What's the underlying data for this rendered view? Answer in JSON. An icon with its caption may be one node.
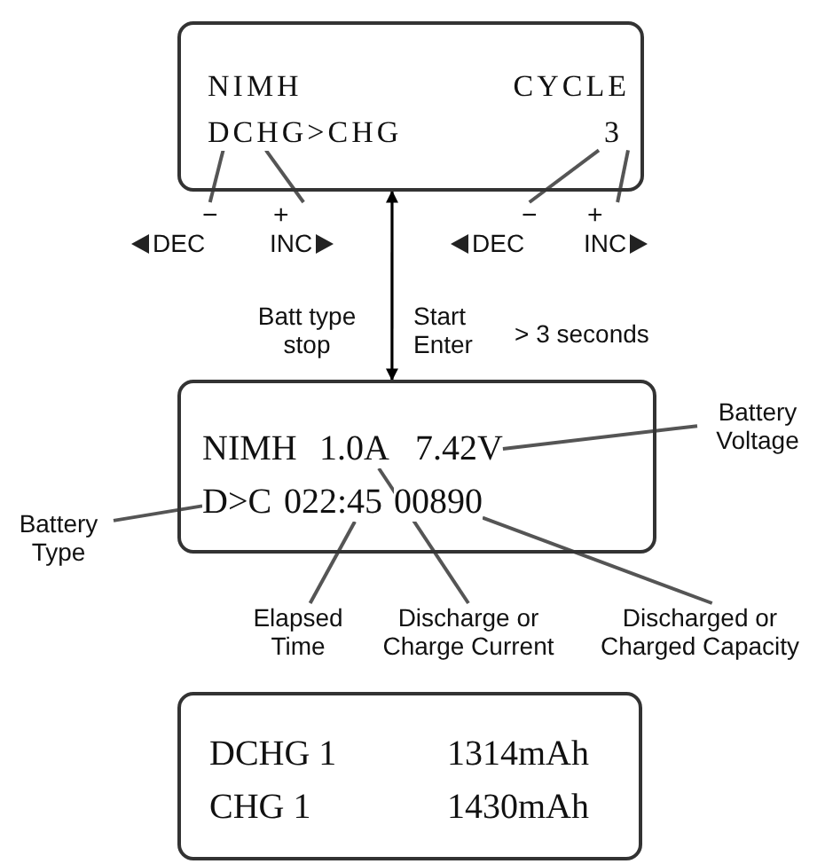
{
  "diagram": {
    "nodes": [
      {
        "text": [],
        "shape": "box"
      },
      {
        "text": [
          "NIMH"
        ],
        "in": 0
      },
      {
        "text": [
          "CYCLE"
        ],
        "in": 0
      },
      {
        "text": [
          "DCHG>CHG"
        ],
        "in": 0
      },
      {
        "text": [
          "3"
        ],
        "in": 0
      },
      {
        "text": [
          "−",
          "DEC"
        ]
      },
      {
        "text": [
          "+",
          "INC"
        ]
      },
      {
        "text": [
          "−",
          "DEC"
        ]
      },
      {
        "text": [
          "+",
          "INC"
        ]
      },
      {
        "text": [],
        "shape": "box"
      },
      {
        "text": [
          "NIMH"
        ],
        "in": 9
      },
      {
        "text": [
          "1.0A"
        ],
        "in": 9
      },
      {
        "text": [
          "7.42V"
        ],
        "in": 9
      },
      {
        "text": [
          "D>C"
        ],
        "in": 9
      },
      {
        "text": [
          "022:45"
        ],
        "in": 9
      },
      {
        "text": [
          "00890"
        ],
        "in": 9
      },
      {
        "text": [
          "Battery Voltage"
        ]
      },
      {
        "text": [
          "Battery Type"
        ]
      },
      {
        "text": [
          "Elapsed Time"
        ]
      },
      {
        "text": [
          "Discharge or Charge Current"
        ]
      },
      {
        "text": [
          "Discharged or Charged Capacity"
        ]
      },
      {
        "text": [
          "DCHG 1",
          "1314mAh",
          "CHG 1",
          "1430mAh"
        ]
      }
    ],
    "edges": [
      {
        "from": 5,
        "to": 3,
        "arrow": "none"
      },
      {
        "from": 6,
        "to": 3,
        "arrow": "none"
      },
      {
        "from": 7,
        "to": 4,
        "arrow": "none"
      },
      {
        "from": 8,
        "to": 4,
        "arrow": "none"
      },
      {
        "from": 0,
        "to": 9,
        "arrow": "both",
        "color": "#000000"
      },
      {
        "from": 16,
        "to": 12,
        "arrow": "none"
      },
      {
        "from": 17,
        "to": 13,
        "arrow": "none"
      },
      {
        "from": 18,
        "to": 14,
        "arrow": "none"
      },
      {
        "from": 19,
        "to": 11,
        "arrow": "none"
      },
      {
        "from": 20,
        "to": 15,
        "arrow": "none"
      }
    ],
    "labels": [
      "Batt type stop",
      "Start Enter",
      "> 3 seconds"
    ]
  }
}
